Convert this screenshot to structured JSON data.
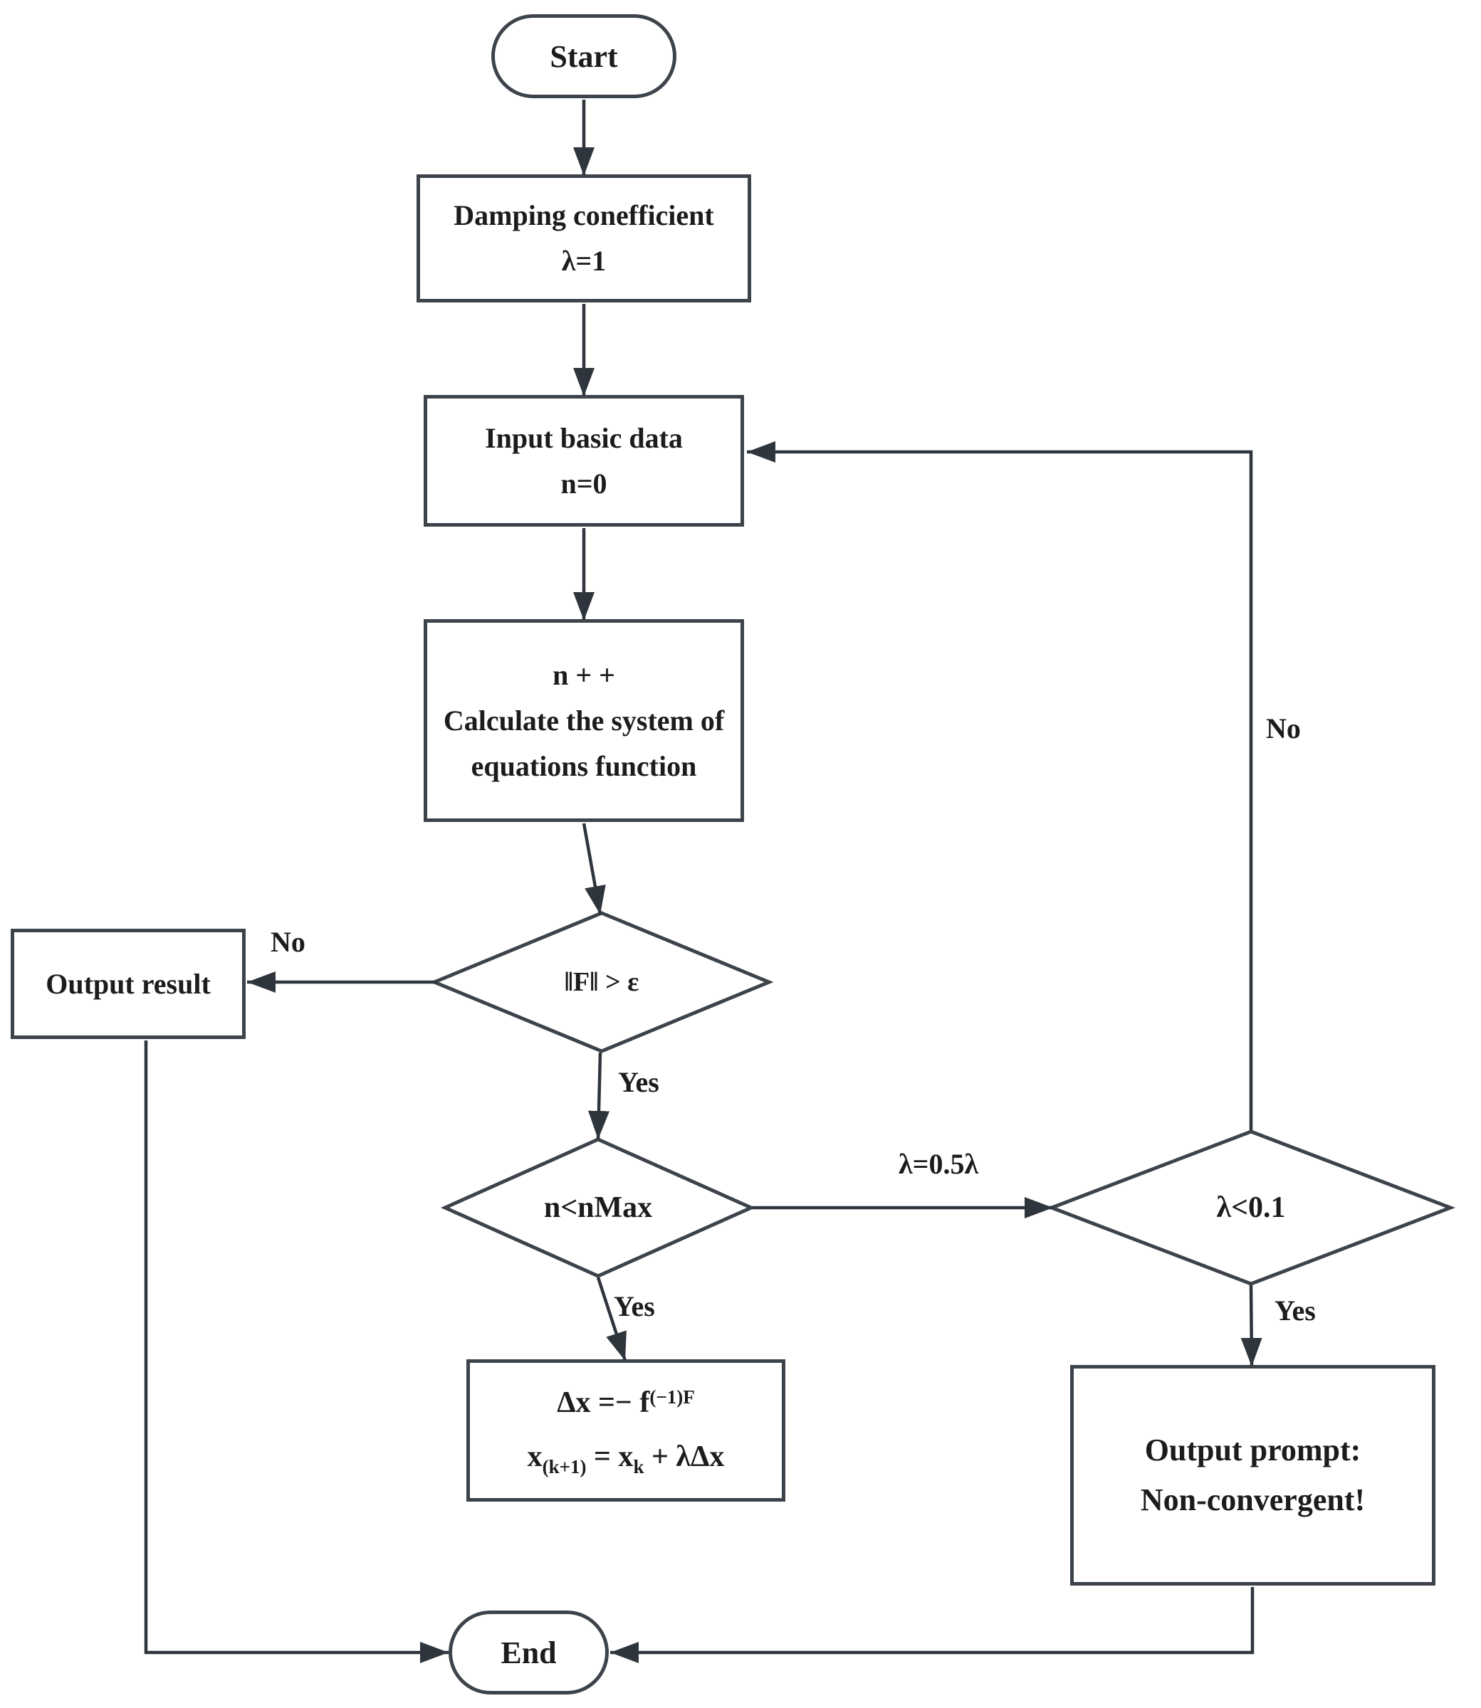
{
  "figure": {
    "type": "flowchart",
    "background": "#ffffff",
    "stroke_color": "#3d434b",
    "text_color": "#1c1c1c"
  },
  "nodes": {
    "start": {
      "label": "Start"
    },
    "damping": {
      "line1": "Damping conefficient",
      "line2": "λ=1"
    },
    "input": {
      "line1": "Input basic data",
      "line2": "n=0"
    },
    "calc": {
      "line1": "n + +",
      "line2": "Calculate the system of",
      "line3": "equations function"
    },
    "norm_check": {
      "label": "‖F‖ > ε"
    },
    "iter_check": {
      "label": "n<nMax"
    },
    "lambda_check": {
      "label": "λ<0.1"
    },
    "output_result": {
      "label": "Output result"
    },
    "update": {
      "l1a": "Δx =− f",
      "l1sup": "(−1)F",
      "l2a": "x",
      "l2sub1": "(k+1)",
      "l2b": " = x",
      "l2sub2": "k",
      "l2c": " + λΔx"
    },
    "prompt": {
      "line1": "Output prompt:",
      "line2": "Non-convergent!"
    },
    "end": {
      "label": "End"
    }
  },
  "edge_labels": {
    "no_result": "No",
    "yes_norm": "Yes",
    "yes_iter": "Yes",
    "lambda_update": "λ=0.5λ",
    "no_loop": "No",
    "yes_lambda": "Yes"
  }
}
